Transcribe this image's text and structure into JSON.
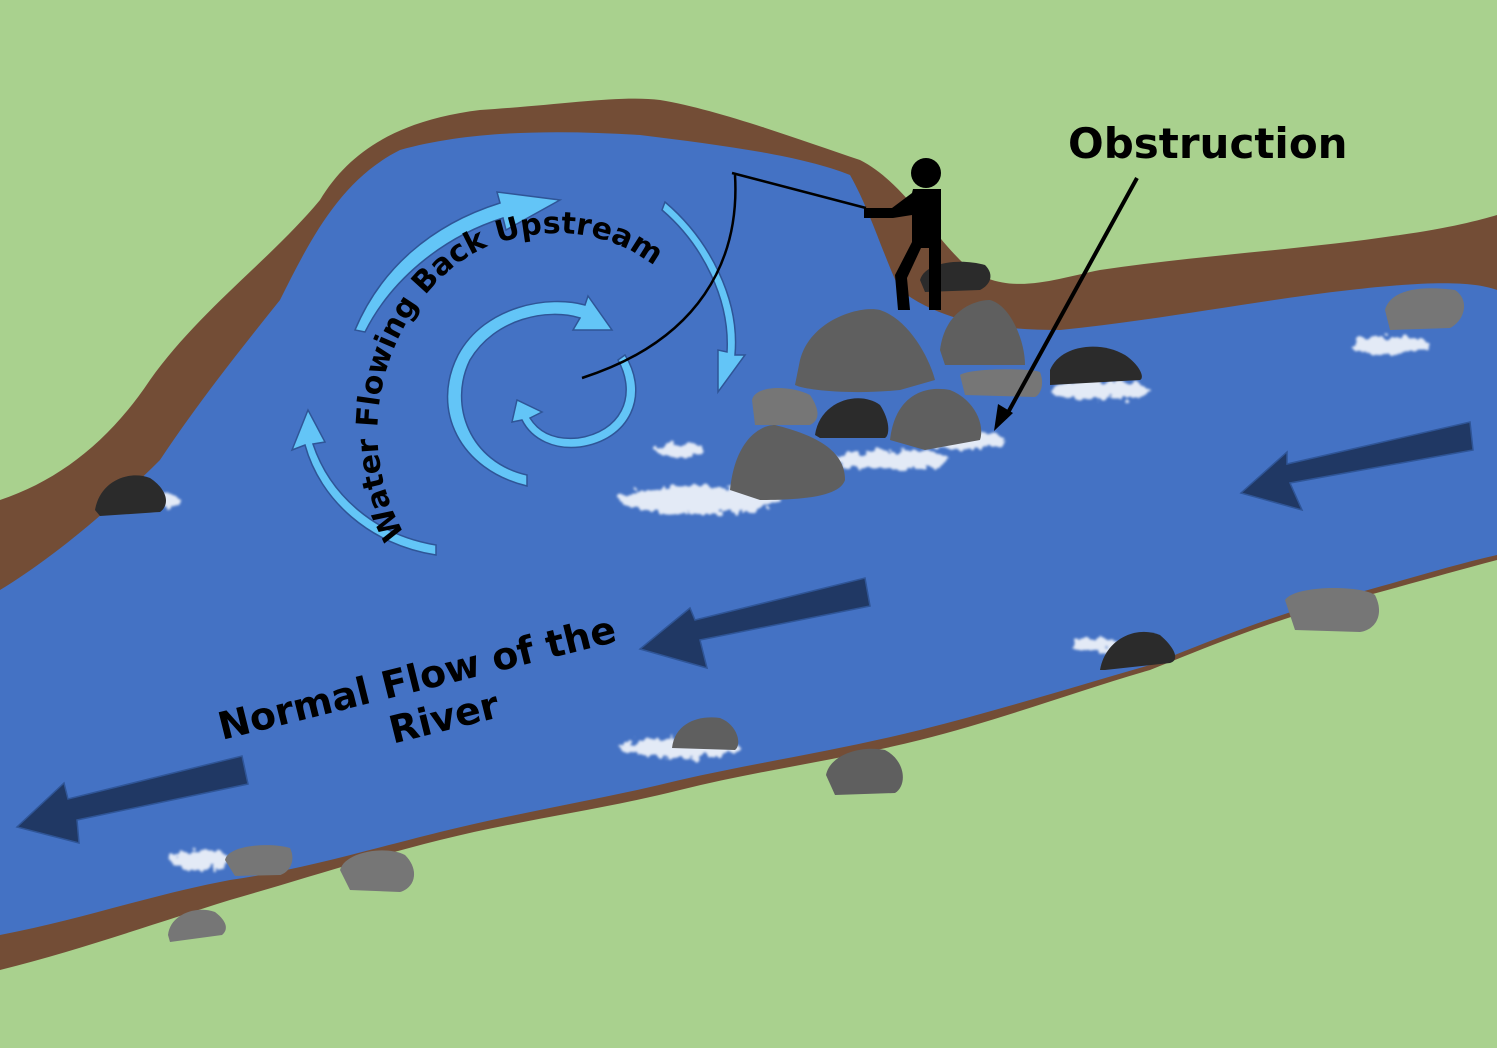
{
  "diagram": {
    "title": "River eddy behind an obstruction",
    "labels": {
      "obstruction": "Obstruction",
      "eddy": "Water Flowing Back Upstream",
      "normal_flow_line1": "Normal Flow of the",
      "normal_flow_line2": "River"
    },
    "elements": {
      "fisherman": "fisherman-icon",
      "rocks": "rock-icon",
      "rapids": "whitewater",
      "eddy_arrows": "curved-arrow-icon",
      "flow_arrows": "arrow-left-icon"
    },
    "colors": {
      "grass": "#a9d18e",
      "bank": "#734d36",
      "water": "#4472c4",
      "eddy_arrow": "#63c5f7",
      "eddy_arrow_stroke": "#2f5597",
      "flow_arrow": "#203864",
      "rock_light": "#7a7a7a",
      "rock_mid": "#5f5f5f",
      "rock_dark": "#2b2b2b",
      "text": "#000000"
    }
  }
}
